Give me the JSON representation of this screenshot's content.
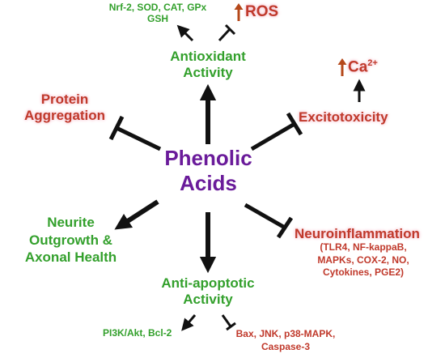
{
  "center": {
    "line1": "Phenolic",
    "line2": "Acids"
  },
  "antioxidant": {
    "title": [
      "Antioxidant",
      "Activity"
    ],
    "activates": [
      "Nrf-2, SOD, CAT, GPx",
      "GSH"
    ],
    "ros_label": "ROS"
  },
  "excitotoxicity": {
    "title": "Excitotoxicity",
    "calcium_label": "Ca",
    "calcium_charge": "2+"
  },
  "protein_aggregation": {
    "title": [
      "Protein",
      "Aggregation"
    ]
  },
  "neurite": {
    "title": [
      "Neurite",
      "Outgrowth &",
      "Axonal Health"
    ]
  },
  "neuroinflammation": {
    "title": "Neuroinflammation",
    "targets": [
      "(TLR4, NF-kappaB,",
      "MAPKs, COX-2, NO,",
      "Cytokines, PGE2)"
    ]
  },
  "antiapoptotic": {
    "title": [
      "Anti-apoptotic",
      "Activity"
    ],
    "activates": "PI3K/Akt, Bcl-2",
    "inhibits": [
      "Bax, JNK, p38-MAPK,",
      "Caspase-3"
    ]
  },
  "colors": {
    "green": "#33a02c",
    "red": "#c0392b",
    "purple": "#6a1b9a",
    "arrow": "#111111",
    "up_arrow": "#b5481a",
    "highlight": "#f6c9d4"
  }
}
